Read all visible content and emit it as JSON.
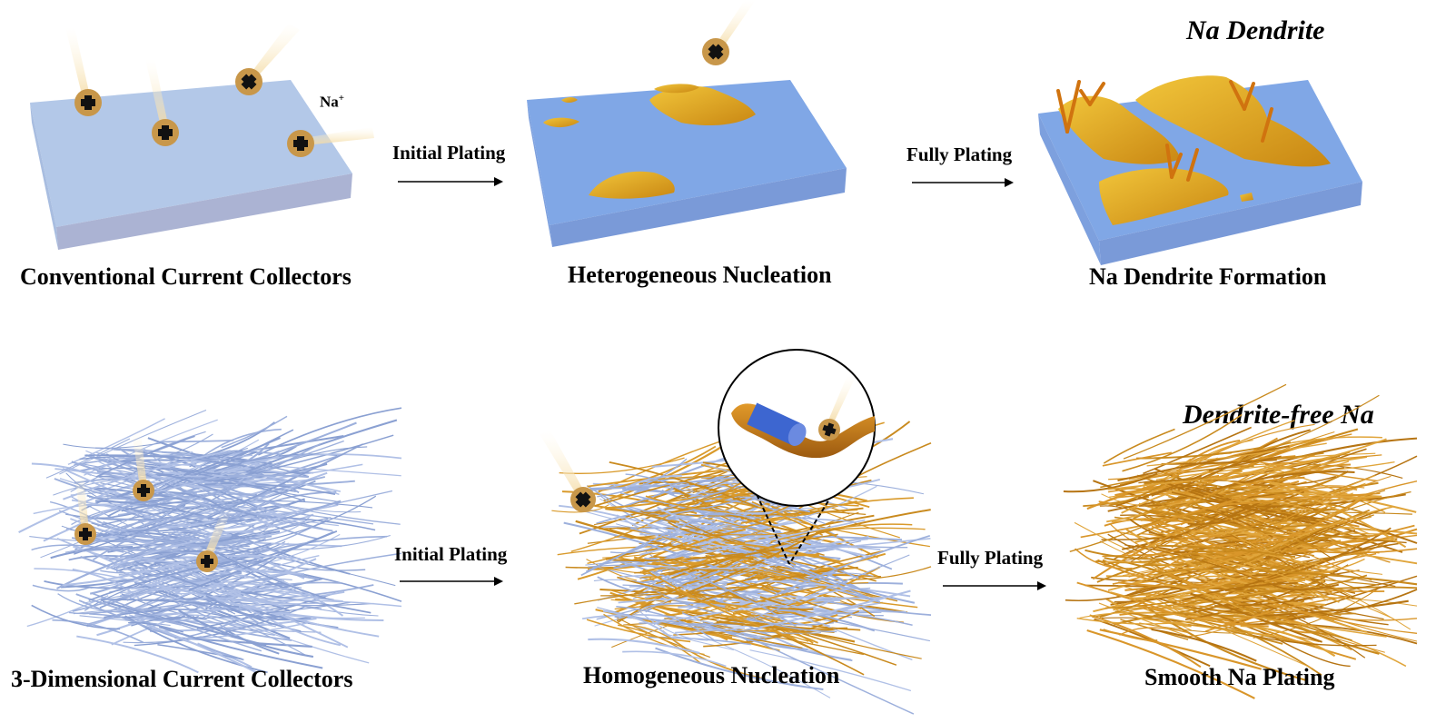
{
  "top_row": {
    "panels": [
      {
        "caption": "Conventional Current Collectors"
      },
      {
        "caption": "Heterogeneous Nucleation"
      },
      {
        "caption": "Na Dendrite Formation"
      }
    ],
    "arrows": [
      {
        "label": "Initial Plating"
      },
      {
        "label": "Fully Plating"
      }
    ],
    "ion_label": "Na",
    "ion_charge": "+",
    "outcome_title": "Na Dendrite"
  },
  "bottom_row": {
    "panels": [
      {
        "caption": "3-Dimensional Current Collectors"
      },
      {
        "caption": "Homogeneous Nucleation"
      },
      {
        "caption": "Smooth Na Plating"
      }
    ],
    "arrows": [
      {
        "label": "Initial Plating"
      },
      {
        "label": "Fully Plating"
      }
    ],
    "outcome_title": "Dendrite-free Na"
  },
  "colors": {
    "substrate_top": "#b3c8e8",
    "substrate_side": "#a9b2d4",
    "substrate_blue": "#7fa6e6",
    "sodium_gold": "#e3a91f",
    "ion_ring": "#c8974a",
    "fiber_blue": "#9db0dc",
    "fiber_orange": "#c98a1e"
  }
}
